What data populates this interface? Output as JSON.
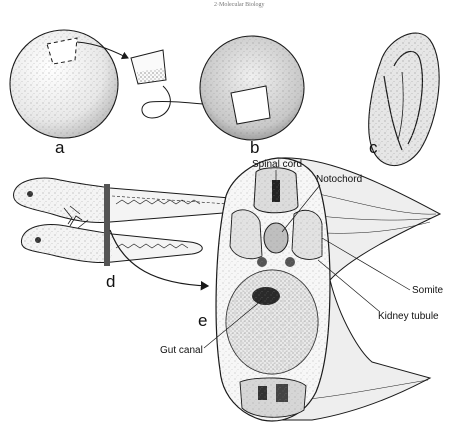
{
  "header_fragment": "2·Molecular Biology",
  "panel_labels": {
    "a": "a",
    "b": "b",
    "c": "c",
    "d": "d",
    "e": "e"
  },
  "callouts": {
    "spinal_cord": "Spinal cord",
    "notochord": "Notochord",
    "somite": "Somite",
    "kidney_tubule": "Kidney tubule",
    "gut_canal": "Gut canal"
  },
  "colors": {
    "ink": "#1a1a1a",
    "stipple": "#8a8a8a",
    "background": "#ffffff"
  }
}
